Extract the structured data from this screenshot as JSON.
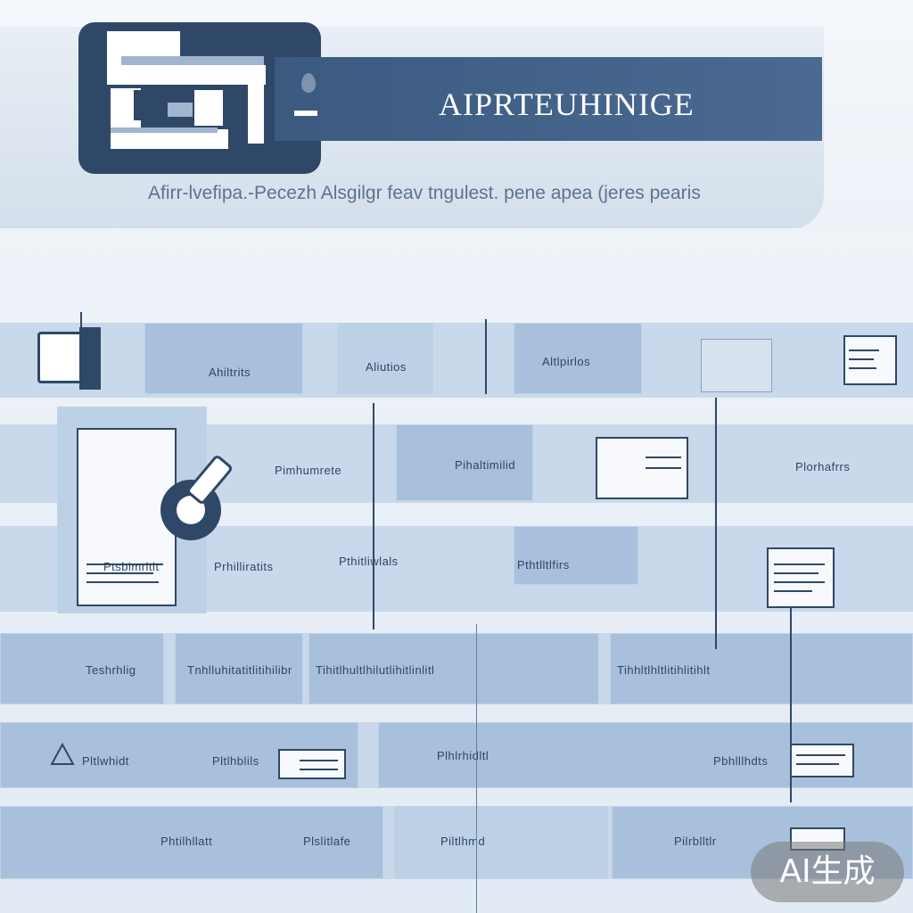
{
  "header": {
    "brand_title": "AIPRTEUHINIGE",
    "subtitle": "Afirr-lvefipa.-Pecezh Alsgilgr feav  tngulest. pene apea  (jeres pearis"
  },
  "grid": {
    "row1": [
      "Ahiltrits",
      "Aliutios",
      "Altlpirlos"
    ],
    "row2": [
      "Pimhumrete",
      "Pihaltimilid",
      "Plorhafrrs"
    ],
    "row3": [
      "Ptsbimrltlt",
      "Prhilliratits",
      "Pthitliwlals",
      "Pthtlltlfirs"
    ],
    "row4": [
      "Teshrhlig",
      "Tnhlluhitatitlitihilibr",
      "Tihitlhultlhilutlihitlinlitl",
      "Tihhltlhltlitihlitihlt"
    ],
    "row5": [
      "Pltlwhidt",
      "Pltlhblils",
      "Plhlrhidltl",
      "Pbhlllhdts"
    ],
    "row6": [
      "Phtilhllatt",
      "Plslitlafe",
      "Piltlhmd",
      "Pilrblltlr"
    ]
  },
  "icons": {
    "header_logo": "building-logo-icon",
    "row1_left": "device-icon",
    "row1_right": "monitor-icon",
    "row2_document": "document-icon",
    "row2_tool": "wrench-icon",
    "row3_note": "note-icon",
    "row5_triangle": "triangle-icon",
    "row5_printer": "printer-icon",
    "row5_card": "card-icon",
    "row6_laptop": "laptop-icon"
  },
  "watermark": {
    "label": "AI生成"
  },
  "colors": {
    "navy": "#2f4868",
    "band": "#4a6a92",
    "card": "#a9c0dc",
    "background": "#e9eff6"
  }
}
